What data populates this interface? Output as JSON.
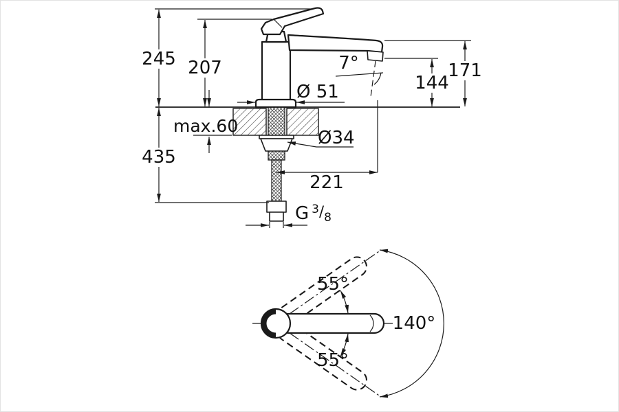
{
  "drawing": {
    "side_view": {
      "height_total": "245",
      "height_body": "207",
      "depth_below": "435",
      "spout_clearance": "144",
      "spout_height": "171",
      "reach": "221",
      "spout_angle": "7°",
      "base_diameter": "Ø 51",
      "hole_diameter": "Ø34",
      "max_thickness": "max.60",
      "thread_g": "G",
      "thread_num": "3",
      "thread_slash": "/",
      "thread_den": "8"
    },
    "top_view": {
      "swivel_upper": "55°",
      "swivel_lower": "55°",
      "swivel_total": "140°"
    },
    "colors": {
      "line": "#1a1a1a",
      "background": "#ffffff"
    }
  }
}
